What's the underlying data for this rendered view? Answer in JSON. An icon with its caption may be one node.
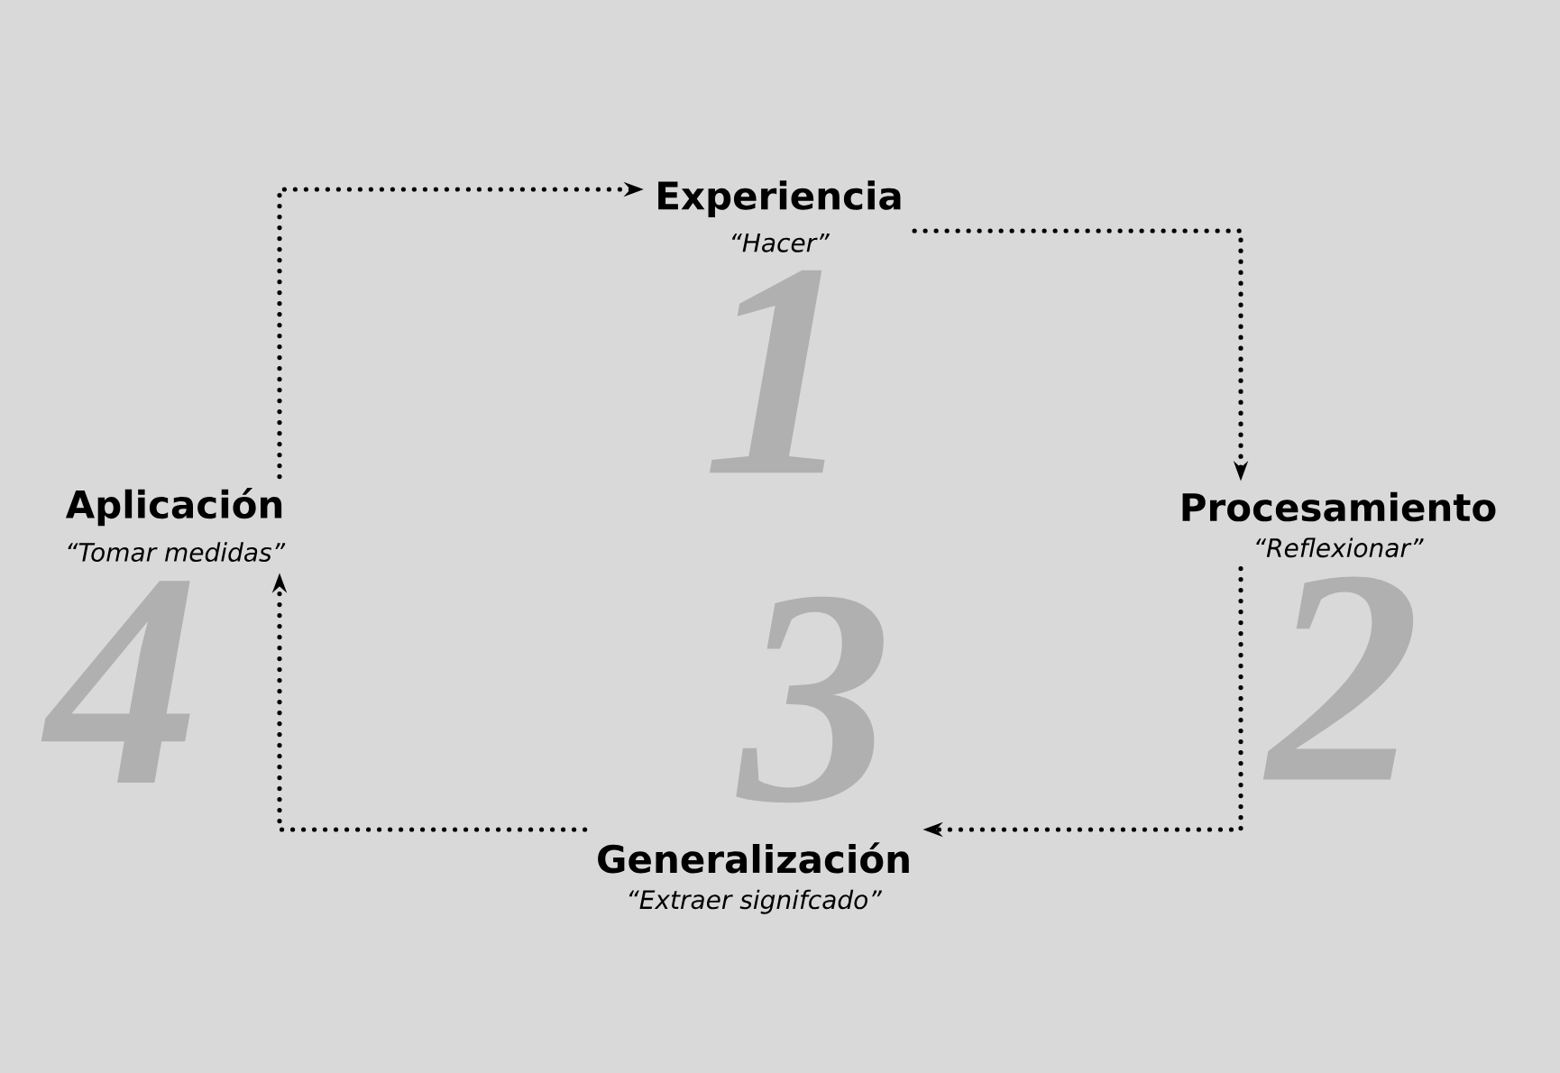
{
  "diagram": {
    "nodes": [
      {
        "text": [
          "Experiencia",
          "“Hacer”"
        ]
      },
      {
        "text": [
          "Procesamiento",
          "“Reflexionar”"
        ]
      },
      {
        "text": [
          "Generalización",
          "“Extraer signifcado”"
        ]
      },
      {
        "text": [
          "Aplicación",
          "“Tomar medidas”"
        ]
      }
    ],
    "edges": [
      {
        "from": 3,
        "to": 0,
        "arrow": "to"
      },
      {
        "from": 0,
        "to": 1,
        "arrow": "to"
      },
      {
        "from": 1,
        "to": 2,
        "arrow": "to"
      },
      {
        "from": 2,
        "to": 3,
        "arrow": "to"
      }
    ],
    "labels": [
      "1",
      "2",
      "3",
      "4"
    ]
  }
}
